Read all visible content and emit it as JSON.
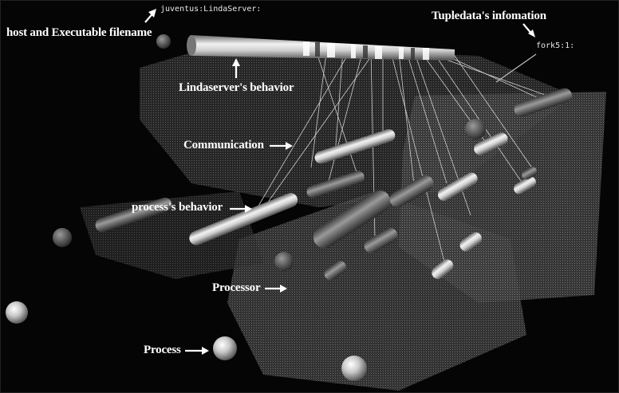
{
  "labels": {
    "host_label": "juventus:LindaServer:",
    "host_caption": "host and Executable filename",
    "tuple_caption": "Tupledata's infomation",
    "tuple_label": "fork5:1:",
    "server_caption": "Lindaserver's behavior",
    "communication_caption": "Communication",
    "process_behavior_caption": "process's behavior",
    "processor_caption": "Processor",
    "process_caption": "Process"
  },
  "colors": {
    "background": "#050505",
    "panel": "#6e6e6e",
    "cylinder": "#d6d6d6",
    "link": "#cfcfcf",
    "label": "#ffffff"
  }
}
